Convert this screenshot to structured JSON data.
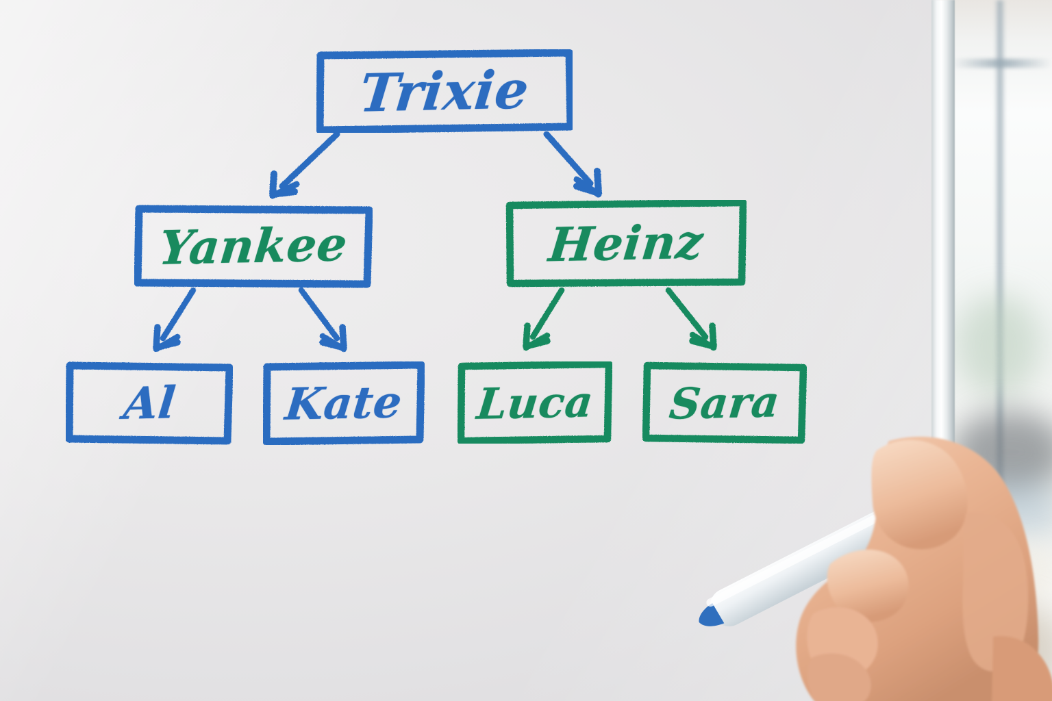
{
  "scene": {
    "kind": "whiteboard-photo",
    "board_color": "#e8e7e9",
    "surface_label": "whiteboard"
  },
  "palette": {
    "blue": "#2c6cc0",
    "blue_dark": "#23589f",
    "green": "#188a5e",
    "green_dark": "#12724d",
    "marker_body": "#eef2f4",
    "marker_cap": "#1f66c8",
    "skin": "#e7b291"
  },
  "chart_data": {
    "type": "diagram",
    "subtype": "hierarchy-tree",
    "title": "",
    "orientation": "top-down",
    "levels": 3,
    "nodes": [
      {
        "id": "trixie",
        "label": "Trixie",
        "level": 0,
        "box_color": "#2c6cc0",
        "text_color": "#2c6cc0"
      },
      {
        "id": "yankee",
        "label": "Yankee",
        "level": 1,
        "box_color": "#2c6cc0",
        "text_color": "#188a5e"
      },
      {
        "id": "heinz",
        "label": "Heinz",
        "level": 1,
        "box_color": "#188a5e",
        "text_color": "#188a5e"
      },
      {
        "id": "al",
        "label": "Al",
        "level": 2,
        "box_color": "#2c6cc0",
        "text_color": "#2c6cc0"
      },
      {
        "id": "kate",
        "label": "Kate",
        "level": 2,
        "box_color": "#2c6cc0",
        "text_color": "#2c6cc0"
      },
      {
        "id": "luca",
        "label": "Luca",
        "level": 2,
        "box_color": "#188a5e",
        "text_color": "#188a5e"
      },
      {
        "id": "sara",
        "label": "Sara",
        "level": 2,
        "box_color": "#188a5e",
        "text_color": "#188a5e"
      }
    ],
    "edges": [
      {
        "from": "trixie",
        "to": "yankee",
        "color": "#2c6cc0",
        "arrow": true
      },
      {
        "from": "trixie",
        "to": "heinz",
        "color": "#2c6cc0",
        "arrow": true
      },
      {
        "from": "yankee",
        "to": "al",
        "color": "#2c6cc0",
        "arrow": true
      },
      {
        "from": "yankee",
        "to": "kate",
        "color": "#2c6cc0",
        "arrow": true
      },
      {
        "from": "heinz",
        "to": "luca",
        "color": "#188a5e",
        "arrow": true
      },
      {
        "from": "heinz",
        "to": "sara",
        "color": "#188a5e",
        "arrow": true
      }
    ]
  },
  "nodes": {
    "trixie": {
      "label": "Trixie"
    },
    "yankee": {
      "label": "Yankee"
    },
    "heinz": {
      "label": "Heinz"
    },
    "al": {
      "label": "Al"
    },
    "kate": {
      "label": "Kate"
    },
    "luca": {
      "label": "Luca"
    },
    "sara": {
      "label": "Sara"
    }
  },
  "foreground": {
    "hand_label": "hand holding marker",
    "marker_label": "blue whiteboard marker"
  }
}
